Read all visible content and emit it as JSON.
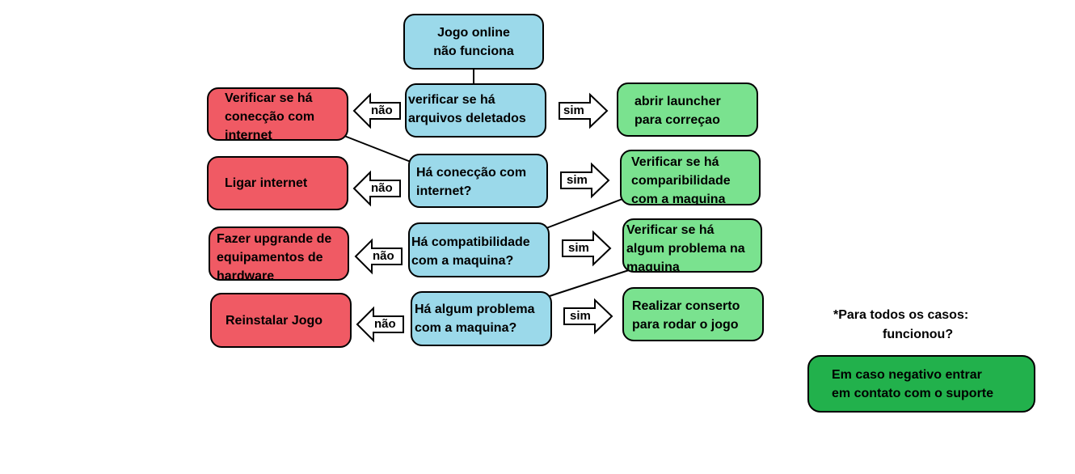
{
  "flowchart": {
    "start": "Jogo online\nnão funciona",
    "questions": [
      "verificar se há\narquivos deletados",
      "Há conecção com\ninternet?",
      "Há compatibilidade\ncom a maquina?",
      "Há algum problema\ncom a maquina?"
    ],
    "no_actions": [
      "Verificar se há\nconecção com\ninternet",
      "Ligar internet",
      "Fazer upgrande de\nequipamentos de\nhardware",
      "Reinstalar Jogo"
    ],
    "yes_actions": [
      "abrir launcher\npara correçao",
      "Verificar se há\ncomparibilidade\ncom a maquina",
      "Verificar se há\nalgum problema na\nmaquina",
      "Realizar conserto\npara rodar o jogo"
    ],
    "no_label": "não",
    "yes_label": "sim",
    "note_line1": "*Para todos os casos:",
    "note_line2": "funcionou?",
    "support": "Em caso negativo entrar\nem contato com o suporte"
  },
  "colors": {
    "question": "#9bd9ea",
    "no_action": "#f05a64",
    "yes_action": "#7ae28f",
    "support": "#22b14c"
  }
}
